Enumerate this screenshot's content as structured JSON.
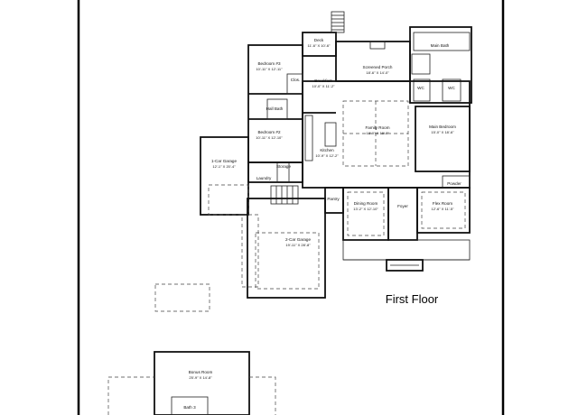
{
  "plan": {
    "floor_title": "First Floor",
    "rooms": [
      {
        "key": "deck",
        "name": "Deck",
        "size": "11'-6\" X 10'-6\""
      },
      {
        "key": "main_bath",
        "name": "Main Bath",
        "size": ""
      },
      {
        "key": "bedroom3",
        "name": "Bedroom #3",
        "size": "10'-11\" X 12'-11\""
      },
      {
        "key": "screened_porch",
        "name": "Screened Porch",
        "size": "18'-6\" X 14'-0\""
      },
      {
        "key": "clos",
        "name": "Clos.",
        "size": ""
      },
      {
        "key": "breakfast",
        "name": "Breakfast",
        "size": "10'-0\" X 11'-2\""
      },
      {
        "key": "wc1",
        "name": "WC",
        "size": ""
      },
      {
        "key": "wc2",
        "name": "WC",
        "size": ""
      },
      {
        "key": "hall_bath",
        "name": "Hall Bath",
        "size": ""
      },
      {
        "key": "bedroom2",
        "name": "Bedroom #2",
        "size": "10'-11\" X 12'-10\""
      },
      {
        "key": "family_room",
        "name": "Family Room",
        "size": "18'-0\" X 18'-8\""
      },
      {
        "key": "main_bedroom",
        "name": "Main Bedroom",
        "size": "15'-0\" X 18'-6\""
      },
      {
        "key": "kitchen",
        "name": "Kitchen",
        "size": "10'-9\" X 12'-2\""
      },
      {
        "key": "one_car_garage",
        "name": "1-Car Garage",
        "size": "12'-1\" X 20'-4\""
      },
      {
        "key": "storage",
        "name": "Storage",
        "size": ""
      },
      {
        "key": "laundry",
        "name": "Laundry",
        "size": ""
      },
      {
        "key": "powder",
        "name": "Powder",
        "size": ""
      },
      {
        "key": "pantry",
        "name": "Pantry",
        "size": ""
      },
      {
        "key": "dining_room",
        "name": "Dining Room",
        "size": "13'-2\" X 12'-10\""
      },
      {
        "key": "foyer",
        "name": "Foyer",
        "size": ""
      },
      {
        "key": "flex_room",
        "name": "Flex Room",
        "size": "12'-6\" X 11'-5\""
      },
      {
        "key": "two_car_garage",
        "name": "2-Car Garage",
        "size": "19'-11\" X 28'-8\""
      },
      {
        "key": "bonus_room",
        "name": "Bonus Room",
        "size": "25'-9\" X 14'-8\""
      },
      {
        "key": "bath3",
        "name": "Bath 3",
        "size": ""
      }
    ]
  }
}
